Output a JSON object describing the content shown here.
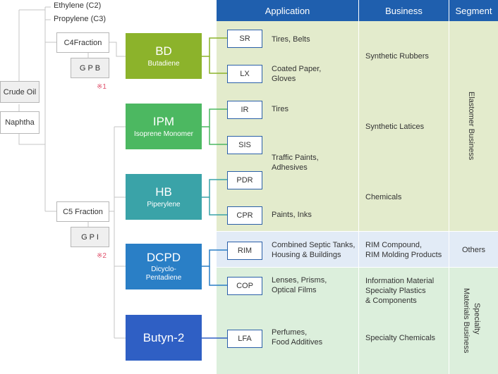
{
  "sources": {
    "crude_oil": "Crude Oil",
    "naphtha": "Naphtha",
    "ethylene": "Ethylene (C2)",
    "propylene": "Propylene (C3)",
    "c4_fraction": "C4Fraction",
    "gpb": "G P B",
    "c5_fraction": "C5 Fraction",
    "gpi": "G P I",
    "note1": "※1",
    "note2": "※2"
  },
  "headers": {
    "application": "Application",
    "business": "Business",
    "segment": "Segment"
  },
  "products": {
    "bd": {
      "name": "BD",
      "sub": "Butadiene",
      "color": "#8cb32b"
    },
    "ipm": {
      "name": "IPM",
      "sub": "Isoprene Monomer",
      "color": "#4cb861"
    },
    "hb": {
      "name": "HB",
      "sub": "Piperylene",
      "color": "#3aa3a8"
    },
    "dcpd": {
      "name": "DCPD",
      "sub": "Dicyclo-\nPentadiene",
      "sub1": "Dicyclo-",
      "sub2": "Pentadiene",
      "color": "#2a7fc6"
    },
    "butyn": {
      "name": "Butyn-2",
      "color": "#2f5fc4"
    }
  },
  "derivatives": {
    "sr": "SR",
    "lx": "LX",
    "ir": "IR",
    "sis": "SIS",
    "pdr": "PDR",
    "cpr": "CPR",
    "rim": "RIM",
    "cop": "COP",
    "lfa": "LFA"
  },
  "applications": {
    "sr": "Tires, Belts",
    "lx_1": "Coated Paper,",
    "lx_2": "Gloves",
    "ir": "Tires",
    "sis_1": "Traffic Paints,",
    "sis_2": "Adhesives",
    "cpr": "Paints, Inks",
    "rim_1": "Combined Septic Tanks,",
    "rim_2": "Housing & Buildings",
    "cop_1": "Lenses, Prisms,",
    "cop_2": "Optical Films",
    "lfa_1": "Perfumes,",
    "lfa_2": "Food Additives"
  },
  "business": {
    "synthetic_rubbers": "Synthetic Rubbers",
    "synthetic_latices": "Synthetic Latices",
    "chemicals": "Chemicals",
    "rim_1": "RIM Compound,",
    "rim_2": "RIM Molding Products",
    "info_1": "Information Material",
    "info_2": "Specialty Plastics",
    "info_3": "& Components",
    "specialty_chemicals": "Specialty Chemicals"
  },
  "segments": {
    "elastomer": "Elastomer Business",
    "others": "Others",
    "specialty_1": "Specialty",
    "specialty_2": "Materials Business"
  },
  "colors": {
    "header": "#1f5fae",
    "band_green": "#e3ebcc",
    "band_blue": "#e2ebf6",
    "band_mint": "#dcefdc"
  }
}
